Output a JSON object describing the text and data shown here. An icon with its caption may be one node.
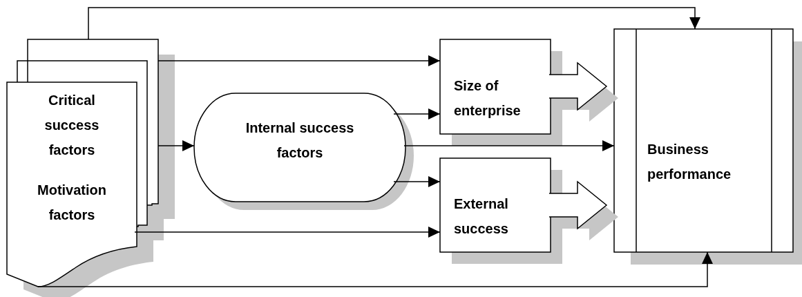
{
  "diagram": {
    "nodes": [
      {
        "text": [
          "Critical success factors",
          "Motivation factors"
        ]
      },
      {
        "text": [
          "Internal success factors"
        ]
      },
      {
        "text": [
          "Size of enterprise"
        ]
      },
      {
        "text": [
          "External success"
        ]
      },
      {
        "text": [
          "Business performance"
        ]
      }
    ],
    "edges": [
      {
        "from": 0,
        "to": 4,
        "arrow": "to"
      },
      {
        "from": 0,
        "to": 2,
        "arrow": "to"
      },
      {
        "from": 0,
        "to": 1,
        "arrow": "to"
      },
      {
        "from": 1,
        "to": 2,
        "arrow": "to"
      },
      {
        "from": 1,
        "to": 4,
        "arrow": "to"
      },
      {
        "from": 1,
        "to": 3,
        "arrow": "to"
      },
      {
        "from": 0,
        "to": 3,
        "arrow": "to"
      },
      {
        "from": 0,
        "to": 4,
        "arrow": "to"
      },
      {
        "from": 2,
        "to": 4,
        "arrow": "to",
        "style": "thick"
      },
      {
        "from": 3,
        "to": 4,
        "arrow": "to",
        "style": "thick"
      }
    ]
  }
}
